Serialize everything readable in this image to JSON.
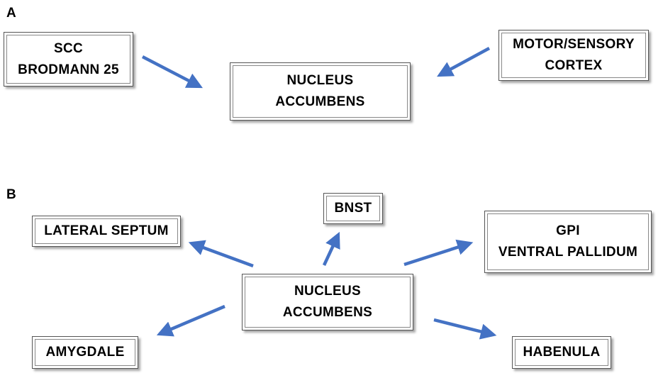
{
  "panel_a": {
    "label": "A",
    "sources": {
      "scc": [
        "SCC",
        "BRODMANN 25"
      ],
      "motor": [
        "MOTOR/SENSORY",
        "CORTEX"
      ]
    },
    "target": [
      "NUCLEUS",
      "ACCUMBENS"
    ]
  },
  "panel_b": {
    "label": "B",
    "source": [
      "NUCLEUS",
      "ACCUMBENS"
    ],
    "targets": {
      "bnst": "BNST",
      "lateral_septum": "LATERAL SEPTUM",
      "gpi": [
        "GPI",
        "VENTRAL PALLIDUM"
      ],
      "amygdale": "AMYGDALE",
      "habenula": "HABENULA"
    }
  },
  "colors": {
    "arrow": "#4472C4",
    "box_border": "#555555",
    "text": "#000000"
  }
}
